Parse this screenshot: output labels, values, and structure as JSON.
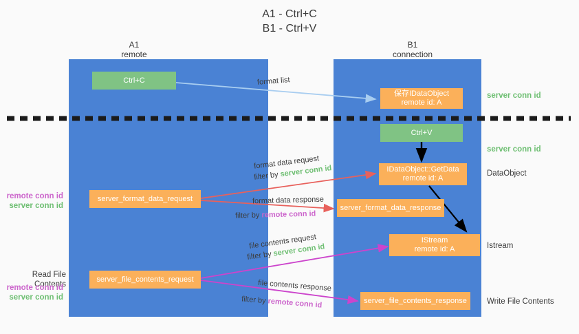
{
  "diagram": {
    "title": "A1 - Ctrl+C\nB1 - Ctrl+V",
    "columns": [
      {
        "name": "A1",
        "sub": "remote",
        "header": "A1\nremote"
      },
      {
        "name": "B1",
        "sub": "connection",
        "header": "B1\nconnection"
      }
    ],
    "nodes": {
      "ctrl_c": "Ctrl+C",
      "ctrl_v": "Ctrl+V",
      "save_idataobject": "保存IDataObject\nremote id: A",
      "getdata": "IDataObject::GetData\nremote id: A",
      "istream": "IStream\nremote id: A",
      "server_format_data_request": "server_format_data_request",
      "server_format_data_response": "server_format_data_response",
      "server_file_contents_request": "server_file_contents_request",
      "server_file_contents_response": "server_file_contents_response"
    },
    "right_labels": {
      "server_conn_id_top": "server conn id",
      "server_conn_id_mid": "server conn id",
      "dataobject": "DataObject",
      "istream": "Istream",
      "write_file_contents": "Write File Contents"
    },
    "left_labels": {
      "remote_conn_id_1": "remote conn id",
      "server_conn_id_1": "server conn id",
      "read_file_contents": "Read File Contents",
      "remote_conn_id_2": "remote conn id",
      "server_conn_id_2": "server conn id"
    },
    "edges": {
      "format_list": "format list",
      "format_data_request": "format data request",
      "format_data_request_filter_prefix": "filter by ",
      "format_data_request_filter_value": "server conn id",
      "format_data_response": "format data response",
      "format_data_response_filter_prefix": "filter by ",
      "format_data_response_filter_value": "remote conn id",
      "file_contents_request": "file contents request",
      "file_contents_request_filter_prefix": "filter by ",
      "file_contents_request_filter_value": "server conn id",
      "file_contents_response": "file contents response",
      "file_contents_response_filter_prefix": "filter by ",
      "file_contents_response_filter_value": "remote conn id"
    },
    "colors": {
      "lane": "#4a82d4",
      "green_node": "#80c384",
      "orange_node": "#fbb05a",
      "green_text": "#6fbf73",
      "purple_text": "#cc66cc",
      "light_blue_arrow": "#a8cdf0",
      "red_arrow": "#e8615c",
      "magenta_arrow": "#cc44cc",
      "black_arrow": "#000000",
      "background": "#fafafa"
    }
  }
}
